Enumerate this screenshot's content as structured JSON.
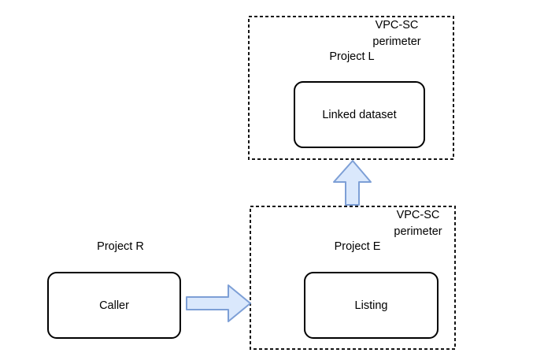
{
  "colors": {
    "arrow_fill": "#dae8fc",
    "arrow_stroke": "#7d9fd6",
    "perimeter_border": "#161616",
    "node_border": "#000000",
    "background": "#ffffff",
    "text": "#000000"
  },
  "top_perimeter": {
    "label_line1": "VPC-SC",
    "label_line2": "perimeter",
    "project_label": "Project L",
    "node_label": "Linked dataset"
  },
  "bottom_perimeter": {
    "label_line1": "VPC-SC",
    "label_line2": "perimeter",
    "project_label": "Project E",
    "node_label": "Listing"
  },
  "external_group": {
    "project_label": "Project R",
    "node_label": "Caller"
  },
  "icons": {
    "right_arrow": "right-arrow-icon",
    "up_arrow": "up-arrow-icon"
  }
}
